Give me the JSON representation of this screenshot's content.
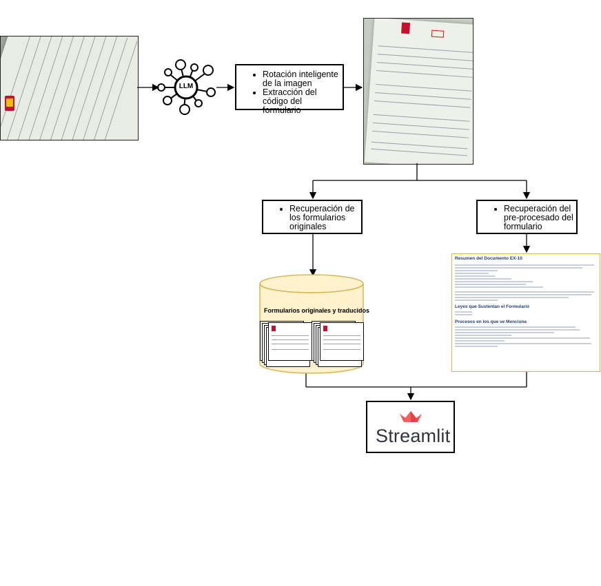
{
  "llm": {
    "label": "LLM"
  },
  "steps": {
    "processing": {
      "items": [
        "Rotación inteligente de la imagen",
        "Extracción del código del formulario"
      ]
    },
    "retrieval_original": {
      "items": [
        "Recuperación de los formularios originales"
      ]
    },
    "retrieval_preprocessed": {
      "items": [
        "Recuperación del pre-procesado del formulario"
      ]
    }
  },
  "database": {
    "label": "Formularios originales y traducidos"
  },
  "summary_doc": {
    "title": "Resumen del Documento EX-10",
    "section2": "Leyes que Sustentan el Formulario",
    "section3": "Procesos en los que se Menciona"
  },
  "output": {
    "label": "Streamlit"
  },
  "colors": {
    "connector": "#000000",
    "database_fill": "#fff2cc",
    "database_stroke": "#d6b656",
    "streamlit_red": "#ff4b4b",
    "llm_icon": "#000000"
  },
  "icons": [
    "network-llm-icon",
    "streamlit-crown-icon",
    "database-cylinder-icon",
    "spain-coat-of-arms-icon"
  ]
}
